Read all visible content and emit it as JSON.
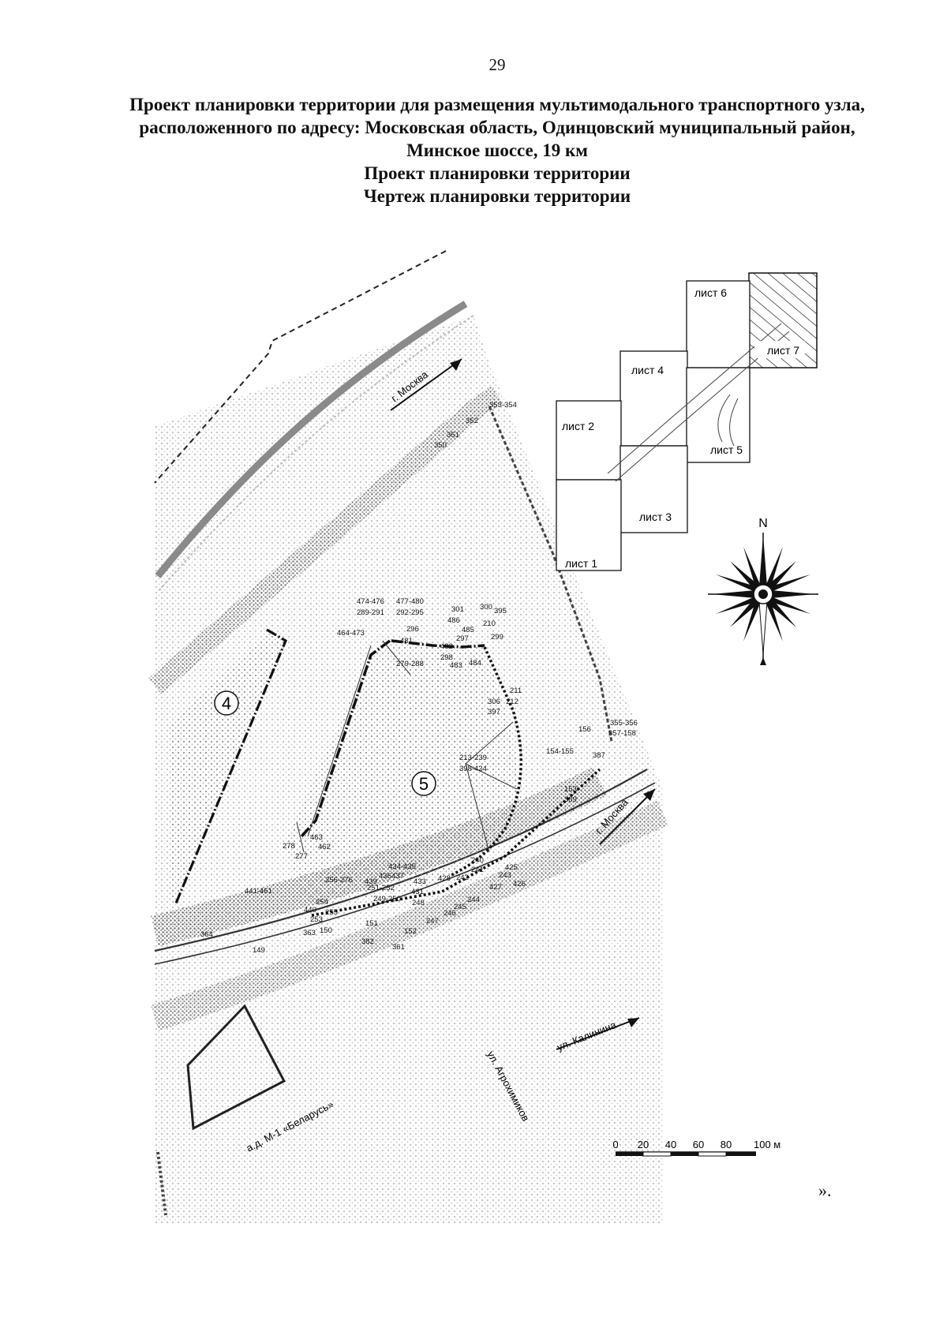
{
  "page_number": "29",
  "title_lines": [
    "Проект планировки территории для размещения мультимодального транспортного узла,",
    "расположенного по адресу: Московская область, Одинцовский муниципальный район,",
    "Минское шоссе, 19 км",
    "Проект планировки территории",
    "Чертеж планировки территории"
  ],
  "sheet_index": {
    "sheets": [
      "лист 1",
      "лист 2",
      "лист 3",
      "лист 4",
      "лист 5",
      "лист 6",
      "лист 7"
    ],
    "active_sheet": "лист 7"
  },
  "compass_label": "N",
  "scale_bar": {
    "ticks": [
      "0",
      "20",
      "40",
      "60",
      "80",
      "100 м"
    ]
  },
  "zones": [
    "4",
    "5"
  ],
  "road_labels": {
    "moscow_top": "г. Москва",
    "moscow_right": "г. Москва",
    "kalinina": "ул. Калинина",
    "agrokhimikov": "ул. Агрохимиков",
    "highway": "а.д. М-1 «Беларусь»"
  },
  "point_labels": [
    "353-354",
    "352",
    "351",
    "350",
    "474-476",
    "477-480",
    "289-291",
    "292-295",
    "464-473",
    "296",
    "481",
    "279-288",
    "301",
    "300",
    "395",
    "486",
    "485",
    "210",
    "299",
    "297",
    "482",
    "298",
    "483",
    "484",
    "211",
    "306",
    "212",
    "397",
    "355-356",
    "357-158",
    "156",
    "154-155",
    "387",
    "213-239",
    "398-424",
    "153",
    "389",
    "278",
    "463",
    "462",
    "277",
    "441-461",
    "256-276",
    "439",
    "436",
    "437",
    "434-435",
    "433",
    "428",
    "240",
    "241",
    "242",
    "243",
    "427",
    "251-252",
    "249-250",
    "431",
    "248",
    "254",
    "255",
    "440",
    "253",
    "151",
    "150",
    "363",
    "364",
    "149",
    "382",
    "152",
    "361",
    "247",
    "246",
    "244",
    "245",
    "426",
    "425"
  ],
  "closing_mark": "»."
}
